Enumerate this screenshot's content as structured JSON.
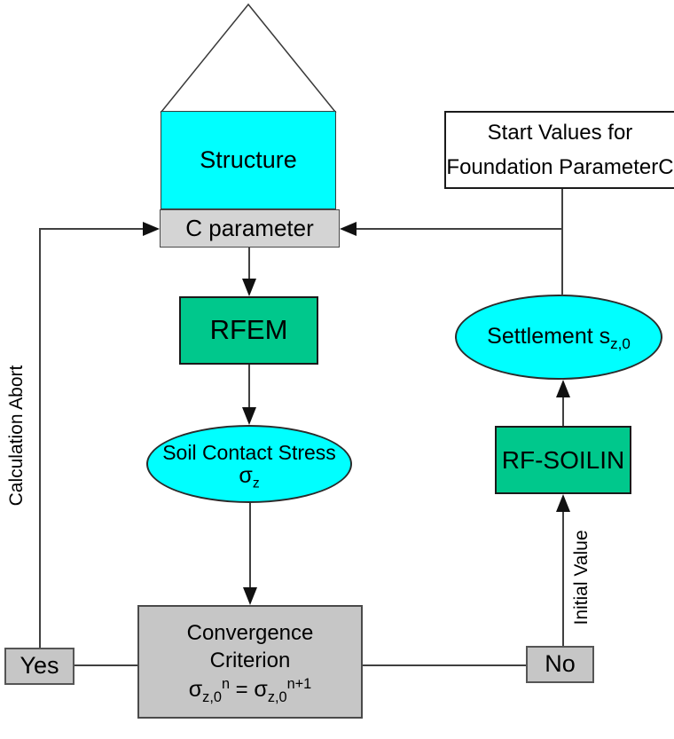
{
  "colors": {
    "cyan": "#00FFFF",
    "green": "#00C88C",
    "gray": "#C6C6C6",
    "light_gray": "#D4D4D4",
    "line": "#404040"
  },
  "nodes": {
    "structure": {
      "label": "Structure"
    },
    "c_parameter": {
      "label": "C parameter"
    },
    "start_values": {
      "line1": "Start Values for",
      "line2": "Foundation ParameterC"
    },
    "rfem": {
      "label": "RFEM"
    },
    "soil_stress": {
      "line1": "Soil Contact Stress",
      "symbol": "σ",
      "subscript": "z"
    },
    "settlement": {
      "label": "Settlement s",
      "subscript": "z,0"
    },
    "rf_soilin": {
      "label": "RF-SOILIN"
    },
    "convergence": {
      "line1": "Convergence",
      "line2": "Criterion",
      "formula": {
        "sigma_left": "σ",
        "sub_left": "z,0",
        "sup_left": "n",
        "equals": " = ",
        "sigma_right": "σ",
        "sub_right": "z,0",
        "sup_right": "n+1"
      }
    },
    "yes": {
      "label": "Yes"
    },
    "no": {
      "label": "No"
    }
  },
  "edge_labels": {
    "calculation_abort": "Calculation Abort",
    "initial_value": "Initial Value"
  }
}
